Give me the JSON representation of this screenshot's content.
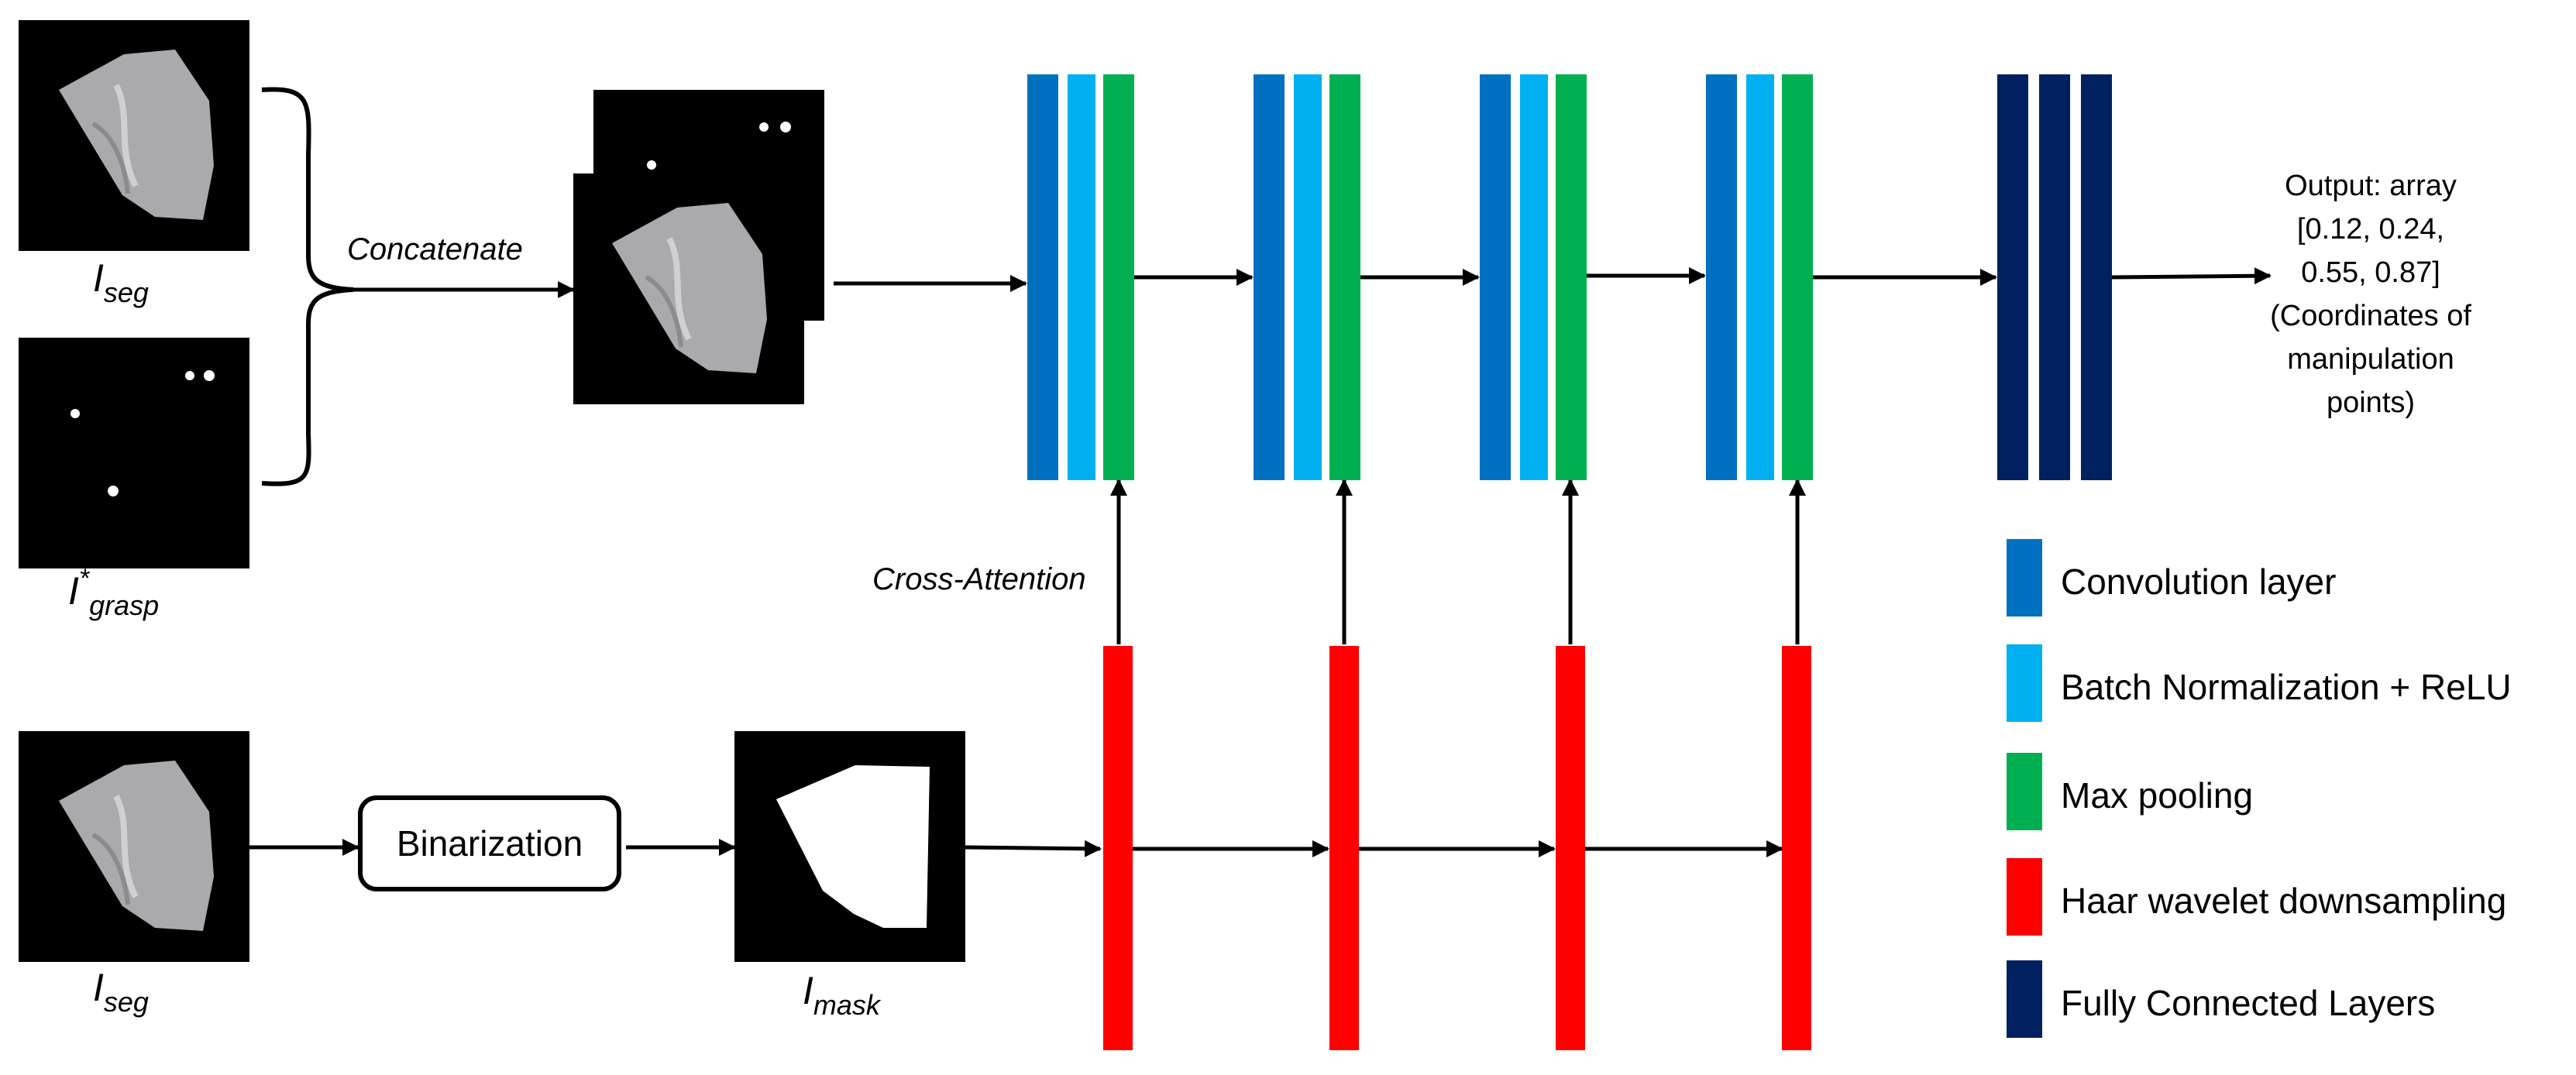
{
  "labels": {
    "seg_top_main": "I",
    "seg_top_sub": "seg",
    "grasp_main": "I",
    "grasp_sup": "*",
    "grasp_sub": "grasp",
    "seg_bottom_main": "I",
    "seg_bottom_sub": "seg",
    "mask_main": "I",
    "mask_sub": "mask",
    "concatenate": "Concatenate",
    "cross_attention": "Cross-Attention",
    "binarization": "Binarization"
  },
  "output": {
    "lines": [
      "Output: array",
      "[0.12, 0.24,",
      "0.55, 0.87]",
      "(Coordinates of",
      "manipulation",
      "points)"
    ]
  },
  "legend": [
    {
      "label": "Convolution layer",
      "color": "#0070C0"
    },
    {
      "label": "Batch Normalization + ReLU",
      "color": "#00B0F0"
    },
    {
      "label": "Max pooling",
      "color": "#00B050"
    },
    {
      "label": "Haar wavelet downsampling",
      "color": "#FF0000"
    },
    {
      "label": "Fully Connected Layers",
      "color": "#002060"
    }
  ],
  "colors": {
    "conv": "#0070C0",
    "bn": "#00B0F0",
    "pool": "#00B050",
    "haar": "#FF0000",
    "fc": "#002060",
    "image_bg": "#000000",
    "cloth": "#A9A9AE"
  }
}
